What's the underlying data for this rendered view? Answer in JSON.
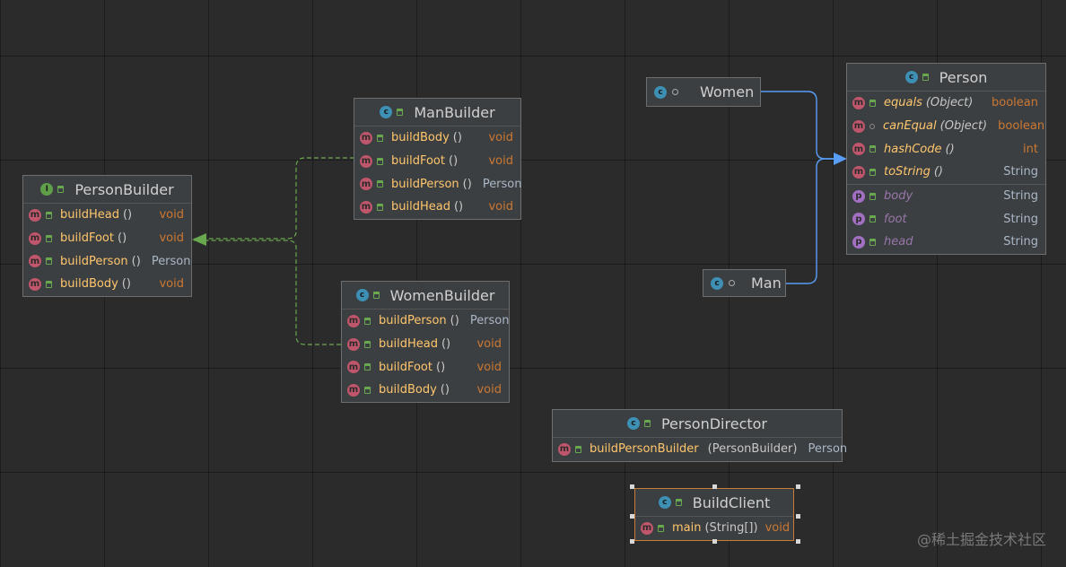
{
  "classes": {
    "person_builder": {
      "icon": "interface-icon",
      "name": "PersonBuilder",
      "methods": [
        {
          "name": "buildHead",
          "params": "()",
          "type": "void"
        },
        {
          "name": "buildFoot",
          "params": "()",
          "type": "void"
        },
        {
          "name": "buildPerson",
          "params": "()",
          "type": "Person"
        },
        {
          "name": "buildBody",
          "params": "()",
          "type": "void"
        }
      ]
    },
    "man_builder": {
      "icon": "class-icon",
      "name": "ManBuilder",
      "methods": [
        {
          "name": "buildBody",
          "params": "()",
          "type": "void"
        },
        {
          "name": "buildFoot",
          "params": "()",
          "type": "void"
        },
        {
          "name": "buildPerson",
          "params": "()",
          "type": "Person"
        },
        {
          "name": "buildHead",
          "params": "()",
          "type": "void"
        }
      ]
    },
    "women_builder": {
      "icon": "class-icon",
      "name": "WomenBuilder",
      "methods": [
        {
          "name": "buildPerson",
          "params": "()",
          "type": "Person"
        },
        {
          "name": "buildHead",
          "params": "()",
          "type": "void"
        },
        {
          "name": "buildFoot",
          "params": "()",
          "type": "void"
        },
        {
          "name": "buildBody",
          "params": "()",
          "type": "void"
        }
      ]
    },
    "women": {
      "icon": "class-icon",
      "name": "Women"
    },
    "man": {
      "icon": "class-icon",
      "name": "Man"
    },
    "person": {
      "icon": "class-icon",
      "name": "Person",
      "methods": [
        {
          "name": "equals",
          "params": "(Object)",
          "type": "boolean"
        },
        {
          "name": "canEqual",
          "params": "(Object)",
          "type": "boolean"
        },
        {
          "name": "hashCode",
          "params": "()",
          "type": "int"
        },
        {
          "name": "toString",
          "params": "()",
          "type": "String"
        }
      ],
      "fields": [
        {
          "name": "body",
          "type": "String"
        },
        {
          "name": "foot",
          "type": "String"
        },
        {
          "name": "head",
          "type": "String"
        }
      ]
    },
    "person_director": {
      "icon": "class-icon",
      "name": "PersonDirector",
      "methods": [
        {
          "name": "buildPersonBuilder",
          "params": "(PersonBuilder)",
          "type": "Person"
        }
      ]
    },
    "build_client": {
      "icon": "class-icon",
      "name": "BuildClient",
      "methods": [
        {
          "name": "main",
          "params": "(String[])",
          "type": "void"
        }
      ]
    }
  },
  "colors": {
    "background": "#2b2b2b",
    "box": "#3c3f41",
    "implements_edge": "#6aa84f",
    "extends_edge": "#589df6",
    "method_name": "#ffc66d",
    "void_type": "#cc7832",
    "field_name": "#9876aa",
    "selection": "#c77d38"
  },
  "watermark": "@稀土掘金技术社区"
}
